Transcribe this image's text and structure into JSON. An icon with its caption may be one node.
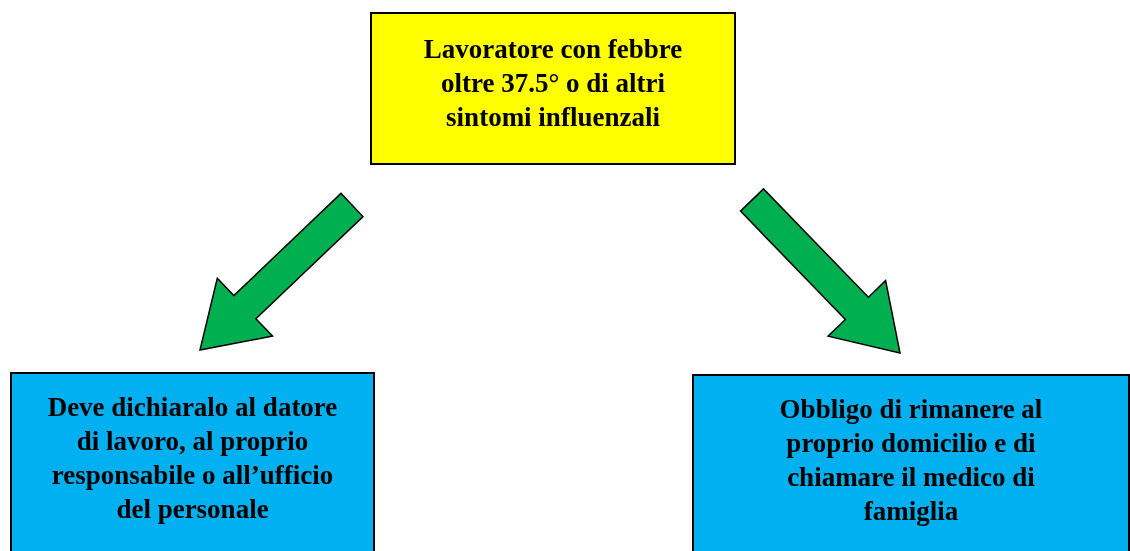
{
  "diagram": {
    "nodes": [
      {
        "text": [
          "Lavoratore con febbre oltre 37.5° o di altri sintomi influenzali"
        ]
      },
      {
        "text": [
          "Deve dichiaralo al datore di lavoro, al proprio responsabile o all’ufficio del personale"
        ]
      },
      {
        "text": [
          "Obbligo di rimanere al proprio domicilio e di chiamare il medico di famiglia"
        ]
      }
    ],
    "edges": [
      {
        "from": 0,
        "to": 1,
        "arrow": "to"
      },
      {
        "from": 0,
        "to": 2,
        "arrow": "to"
      }
    ]
  }
}
